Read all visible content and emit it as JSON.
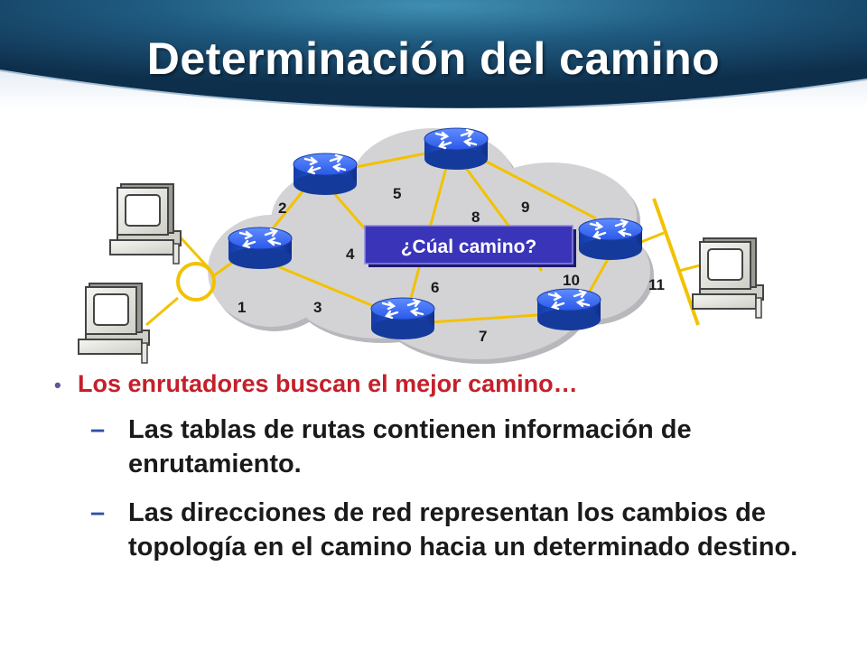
{
  "slide": {
    "title": "Determinación del camino"
  },
  "diagram": {
    "question": "¿Cúal camino?",
    "link_numbers": {
      "l1": "1",
      "l2": "2",
      "l3": "3",
      "l4": "4",
      "l5": "5",
      "l6": "6",
      "l7": "7",
      "l8": "8",
      "l9": "9",
      "l10": "10",
      "l11": "11"
    },
    "colors": {
      "cloud": "#d3d3d6",
      "router": "#1f4fd8",
      "link": "#f2c200",
      "question_box": "#3a35b8"
    }
  },
  "bullets": {
    "main": "Los enrutadores buscan el mejor camino…",
    "sub1": "Las tablas de rutas contienen información de enrutamiento.",
    "sub2": "Las direcciones de red representan los cambios de topología en el camino hacia un determinado destino."
  }
}
